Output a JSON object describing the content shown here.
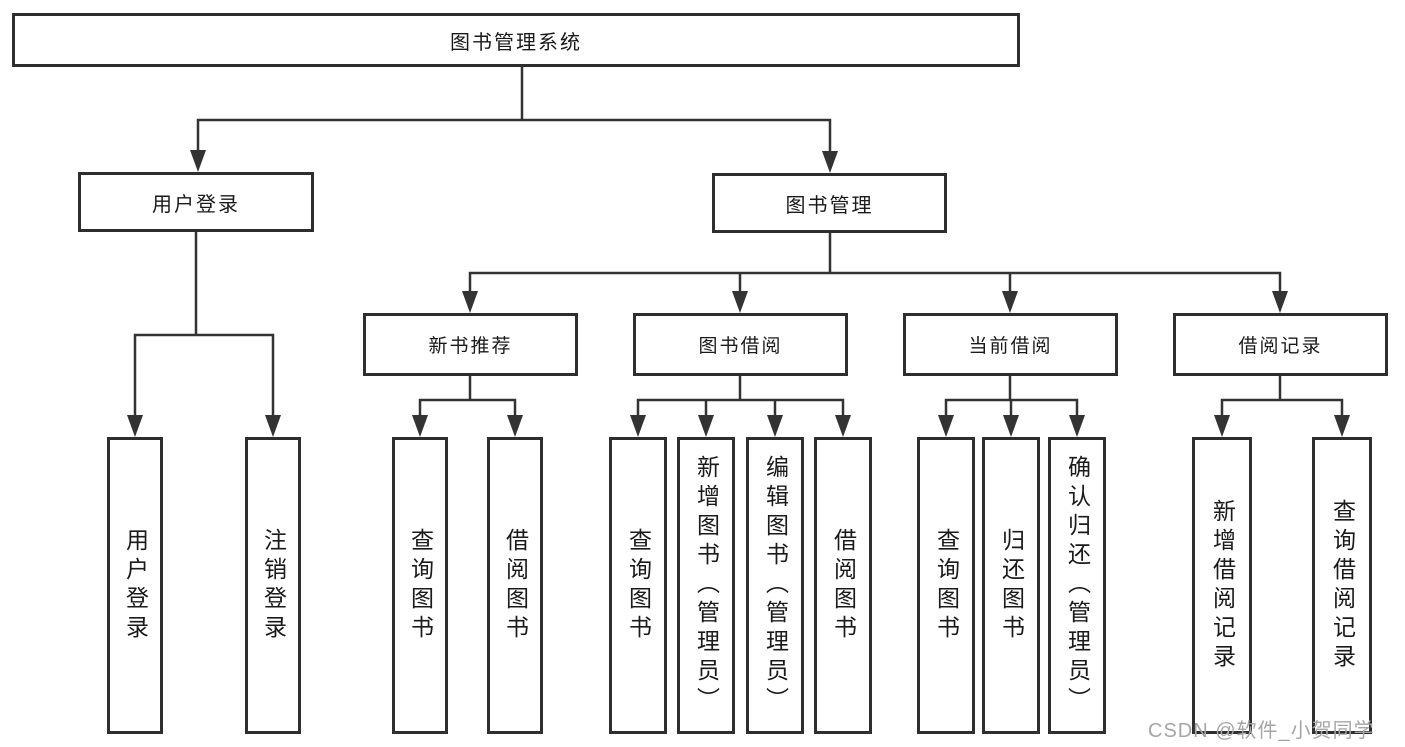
{
  "diagram_title": "图书管理系统",
  "tree": {
    "root": {
      "label": "图书管理系统"
    },
    "branches": [
      {
        "label": "用户登录",
        "children": [
          {
            "label": "用户登录"
          },
          {
            "label": "注销登录"
          }
        ]
      },
      {
        "label": "图书管理",
        "children": [
          {
            "label": "新书推荐",
            "children": [
              {
                "label": "查询图书"
              },
              {
                "label": "借阅图书"
              }
            ]
          },
          {
            "label": "图书借阅",
            "children": [
              {
                "label": "查询图书"
              },
              {
                "label": "新增图书（管理员）"
              },
              {
                "label": "编辑图书（管理员）"
              },
              {
                "label": "借阅图书"
              }
            ]
          },
          {
            "label": "当前借阅",
            "children": [
              {
                "label": "查询图书"
              },
              {
                "label": "归还图书"
              },
              {
                "label": "确认归还（管理员）"
              }
            ]
          },
          {
            "label": "借阅记录",
            "children": [
              {
                "label": "新增借阅记录"
              },
              {
                "label": "查询借阅记录"
              }
            ]
          }
        ]
      }
    ]
  },
  "watermark": {
    "text": "CSDN @软件_小贺同学"
  },
  "colors": {
    "line": "#333333",
    "border": "#2e2e2e",
    "text": "#1a1a1a",
    "watermark": "#a6a6a6",
    "background": "#ffffff"
  }
}
